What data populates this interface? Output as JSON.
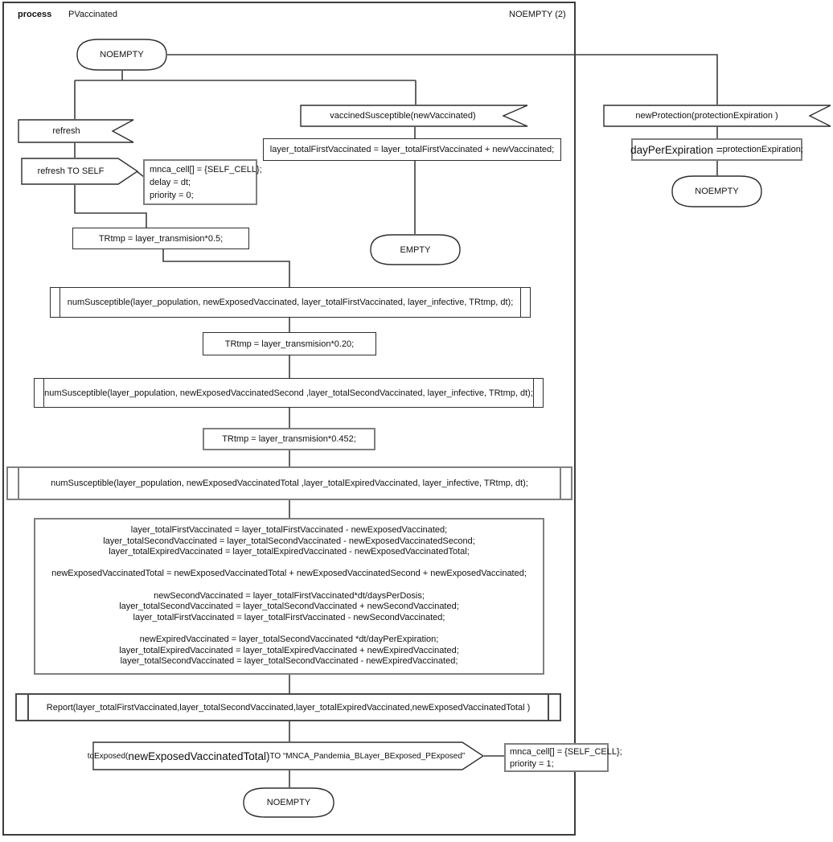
{
  "header": {
    "process_label": "process",
    "process_name": "PVaccinated",
    "current_state": "NOEMPTY (2)"
  },
  "colors": {
    "line": "#3d3d3d",
    "thin_border": "#2e2e2e",
    "gray_border": "#7f7f7f",
    "background": "#ffffff",
    "text": "#111111"
  },
  "nodes": {
    "start_state": "NOEMPTY",
    "refresh_receive": "refresh",
    "refresh_send": "refresh TO SELF",
    "refresh_note": {
      "line1": "mnca_cell[] = {SELF_CELL};",
      "line2": "delay = dt;",
      "line3": "priority = 0;"
    },
    "vaccined_receive": "vaccinedSusceptible(newVaccinated)",
    "vaccined_assign": "layer_totalFirstVaccinated = layer_totalFirstVaccinated + newVaccinated;",
    "empty_state": "EMPTY",
    "protection_receive": "newProtection(protectionExpiration )",
    "protection_assign_big": "dayPerExpiration = ",
    "protection_assign_small": "protectionExpiration;",
    "protection_state": "NOEMPTY",
    "tr1": "TRtmp  = layer_transmision*0.5;",
    "call1": "numSusceptible(layer_population, newExposedVaccinated, layer_totalFirstVaccinated, layer_infective, TRtmp, dt);",
    "tr2": "TRtmp = layer_transmision*0.20;",
    "call2": "numSusceptible(layer_population, newExposedVaccinatedSecond ,layer_totalSecondVaccinated, layer_infective, TRtmp, dt);",
    "tr3": "TRtmp = layer_transmision*0.452;",
    "call3": "numSusceptible(layer_population, newExposedVaccinatedTotal ,layer_totalExpiredVaccinated, layer_infective, TRtmp, dt);",
    "assign_block": [
      "layer_totalFirstVaccinated = layer_totalFirstVaccinated - newExposedVaccinated;",
      "layer_totalSecondVaccinated = layer_totalSecondVaccinated - newExposedVaccinatedSecond;",
      "layer_totalExpiredVaccinated = layer_totalExpiredVaccinated - newExposedVaccinatedTotal;",
      "",
      "newExposedVaccinatedTotal = newExposedVaccinatedTotal + newExposedVaccinatedSecond  + newExposedVaccinated;",
      "",
      "newSecondVaccinated = layer_totalFirstVaccinated*dt/daysPerDosis;",
      "layer_totalSecondVaccinated = layer_totalSecondVaccinated + newSecondVaccinated;",
      "layer_totalFirstVaccinated = layer_totalFirstVaccinated - newSecondVaccinated;",
      "",
      "newExpiredVaccinated = layer_totalSecondVaccinated *dt/dayPerExpiration;",
      "layer_totalExpiredVaccinated = layer_totalExpiredVaccinated + newExpiredVaccinated;",
      "layer_totalSecondVaccinated = layer_totalSecondVaccinated - newExpiredVaccinated;"
    ],
    "report": "Report(layer_totalFirstVaccinated,layer_totalSecondVaccinated,layer_totalExpiredVaccinated,newExposedVaccinatedTotal )",
    "send_pre": "toExposed(",
    "send_arg": "newExposedVaccinatedTotal)",
    "send_post": " TO “MNCA_Pandemia_BLayer_BExposed_PExposed”",
    "send_note": {
      "line1": "mnca_cell[] = {SELF_CELL};",
      "line2": "priority = 1;"
    },
    "end_state": "NOEMPTY"
  }
}
